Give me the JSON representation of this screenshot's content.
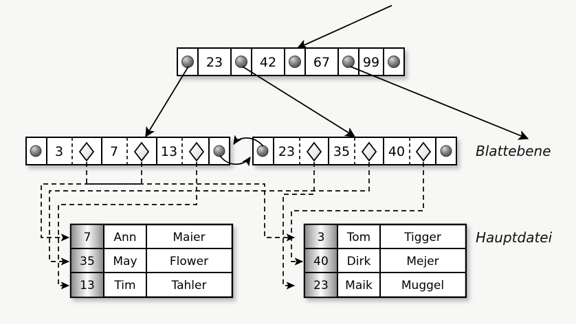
{
  "figure": {
    "type": "b-plus-tree-diagram",
    "background": "#f7f7f5",
    "labels": {
      "leaf_level": "Blattebene",
      "main_file": "Hauptdatei"
    }
  },
  "root_node": {
    "name": "root-index-node",
    "keys": [
      "23",
      "42",
      "67",
      "99"
    ],
    "pointer_count": 5
  },
  "leaf_nodes": [
    {
      "name": "leaf-node-left",
      "keys": [
        "3",
        "7",
        "13"
      ],
      "record_markers": [
        "diamond",
        "diamond",
        "diamond"
      ],
      "has_prev_pointer": true,
      "has_next_pointer": true
    },
    {
      "name": "leaf-node-right",
      "keys": [
        "23",
        "35",
        "40"
      ],
      "record_markers": [
        "diamond",
        "diamond",
        "diamond"
      ],
      "has_prev_pointer": true,
      "has_next_pointer": true
    }
  ],
  "tables": [
    {
      "name": "main-file-table-left",
      "rows": [
        {
          "key": "7",
          "first": "Ann",
          "last": "Maier"
        },
        {
          "key": "35",
          "first": "May",
          "last": "Flower"
        },
        {
          "key": "13",
          "first": "Tim",
          "last": "Tahler"
        }
      ]
    },
    {
      "name": "main-file-table-right",
      "rows": [
        {
          "key": "3",
          "first": "Tom",
          "last": "Tigger"
        },
        {
          "key": "40",
          "first": "Dirk",
          "last": "Mejer"
        },
        {
          "key": "23",
          "first": "Maik",
          "last": "Muggel"
        }
      ]
    }
  ],
  "colors": {
    "stroke": "#000000",
    "node_fill": "#ffffff",
    "key_column_gradient_dark": "#7a7a7a",
    "key_column_gradient_light": "#f2f2f2",
    "pointer_dot": "#8c8c8c",
    "shadow": "#b9b9b9"
  }
}
